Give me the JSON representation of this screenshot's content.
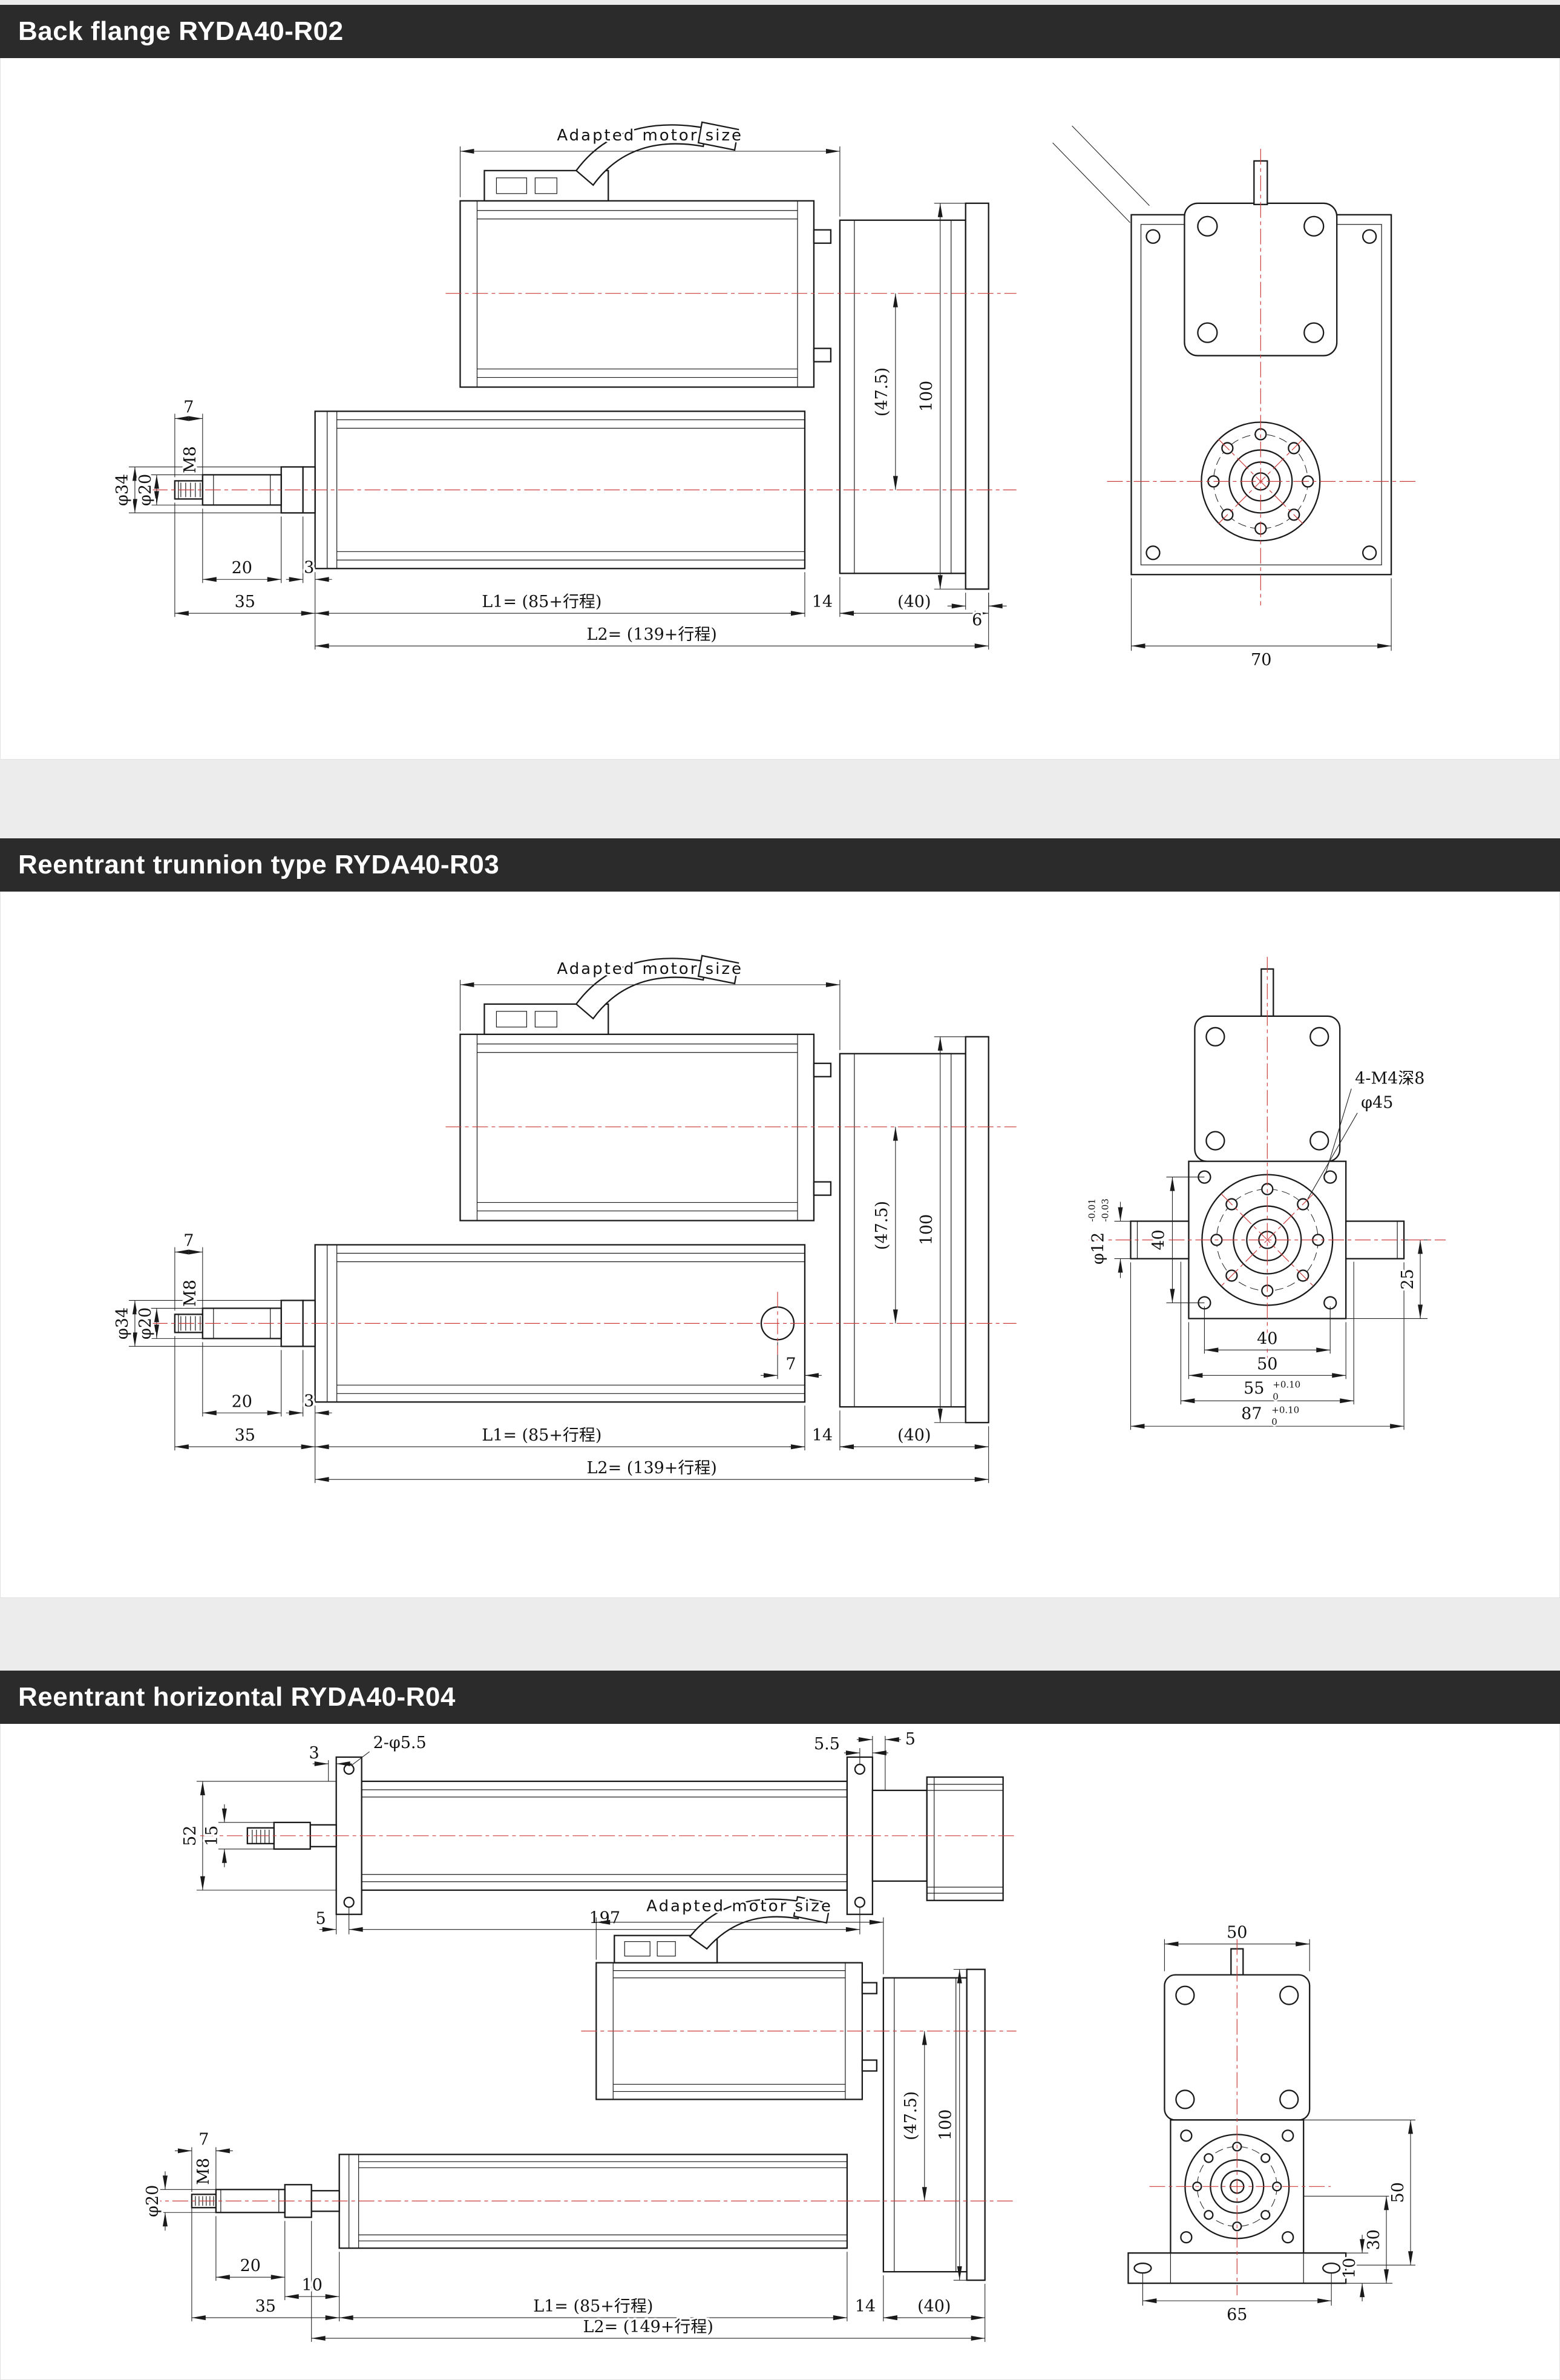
{
  "page": {
    "bg_color": "#ececec",
    "panel_color": "#ffffff",
    "header_bg": "#2b2b2b",
    "header_text_color": "#ffffff",
    "line_color": "#1a1a1a",
    "centerline_color": "#cc3b3b"
  },
  "sections": [
    {
      "title": "Back flange RYDA40-R02",
      "motor_label": "Adapted motor size",
      "dims": {
        "rod_stub": "7",
        "dia34": "φ34",
        "dia20": "φ20",
        "thread": "M8",
        "d20": "20",
        "d3": "3",
        "d35": "35",
        "l1": "L1= (85+行程)",
        "d14": "14",
        "d40": "(40)",
        "l2": "L2= (139+行程)",
        "d47_5": "(47.5)",
        "d100": "100",
        "d6": "6",
        "d70": "70"
      }
    },
    {
      "title": "Reentrant trunnion type RYDA40-R03",
      "motor_label": "Adapted motor size",
      "dims": {
        "rod_stub": "7",
        "dia34": "φ34",
        "dia20": "φ20",
        "thread": "M8",
        "d20": "20",
        "d3": "3",
        "d35": "35",
        "l1": "L1= (85+行程)",
        "d14": "14",
        "d40_paren": "(40)",
        "l2": "L2= (139+行程)",
        "d7_trunnion": "7",
        "d47_5": "(47.5)",
        "d100": "100",
        "tapped_holes": "4-M4深8",
        "dia45": "φ45",
        "d40_left": "40",
        "dia12": "φ12",
        "dia12_tol_upper": "-0.01",
        "dia12_tol_lower": "-0.03",
        "d25": "25",
        "d40_bottom": "40",
        "d50": "50",
        "d55": "55",
        "d55_tol_upper": "+0.10",
        "d55_tol_lower": "0",
        "d87": "87",
        "d87_tol_upper": "+0.10",
        "d87_tol_lower": "0"
      }
    },
    {
      "title": "Reentrant horizontal RYDA40-R04",
      "motor_label": "Adapted motor size",
      "dims": {
        "holes": "2-φ5.5",
        "d5_5": "5.5",
        "d5_top": "5",
        "d3_top": "3",
        "d52": "52",
        "d15": "15",
        "d197": "197",
        "d5_bottom": "5",
        "rod_stub": "7",
        "dia20": "φ20",
        "thread": "M8",
        "d20": "20",
        "d10": "10",
        "d35": "35",
        "l1": "L1= (85+行程)",
        "d14": "14",
        "d40": "(40)",
        "l2": "L2= (149+行程)",
        "d47_5": "(47.5)",
        "d100": "100",
        "d50_top": "50",
        "d50_right": "50",
        "d30": "30",
        "d10_right": "10",
        "d65": "65"
      }
    }
  ]
}
